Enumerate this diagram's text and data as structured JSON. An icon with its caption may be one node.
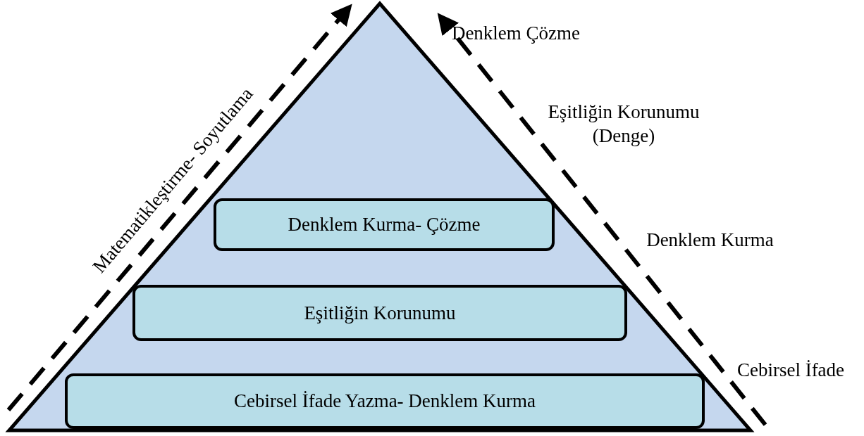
{
  "diagram": {
    "nodes": [
      {
        "text": [],
        "shape": "triangle"
      },
      {
        "text": [
          "Denklem Kurma- Çözme"
        ],
        "in": 0
      },
      {
        "text": [
          "Eşitliğin Korunumu"
        ],
        "in": 0
      },
      {
        "text": [
          "Cebirsel İfade Yazma- Denklem Kurma"
        ],
        "in": 0
      }
    ],
    "labels": [
      "Matematikleştirme- Soyutlama",
      "Denklem Çözme",
      "Eşitliğin Korunumu (Denge)",
      "Denklem Kurma",
      "Cebirsel İfade"
    ]
  }
}
